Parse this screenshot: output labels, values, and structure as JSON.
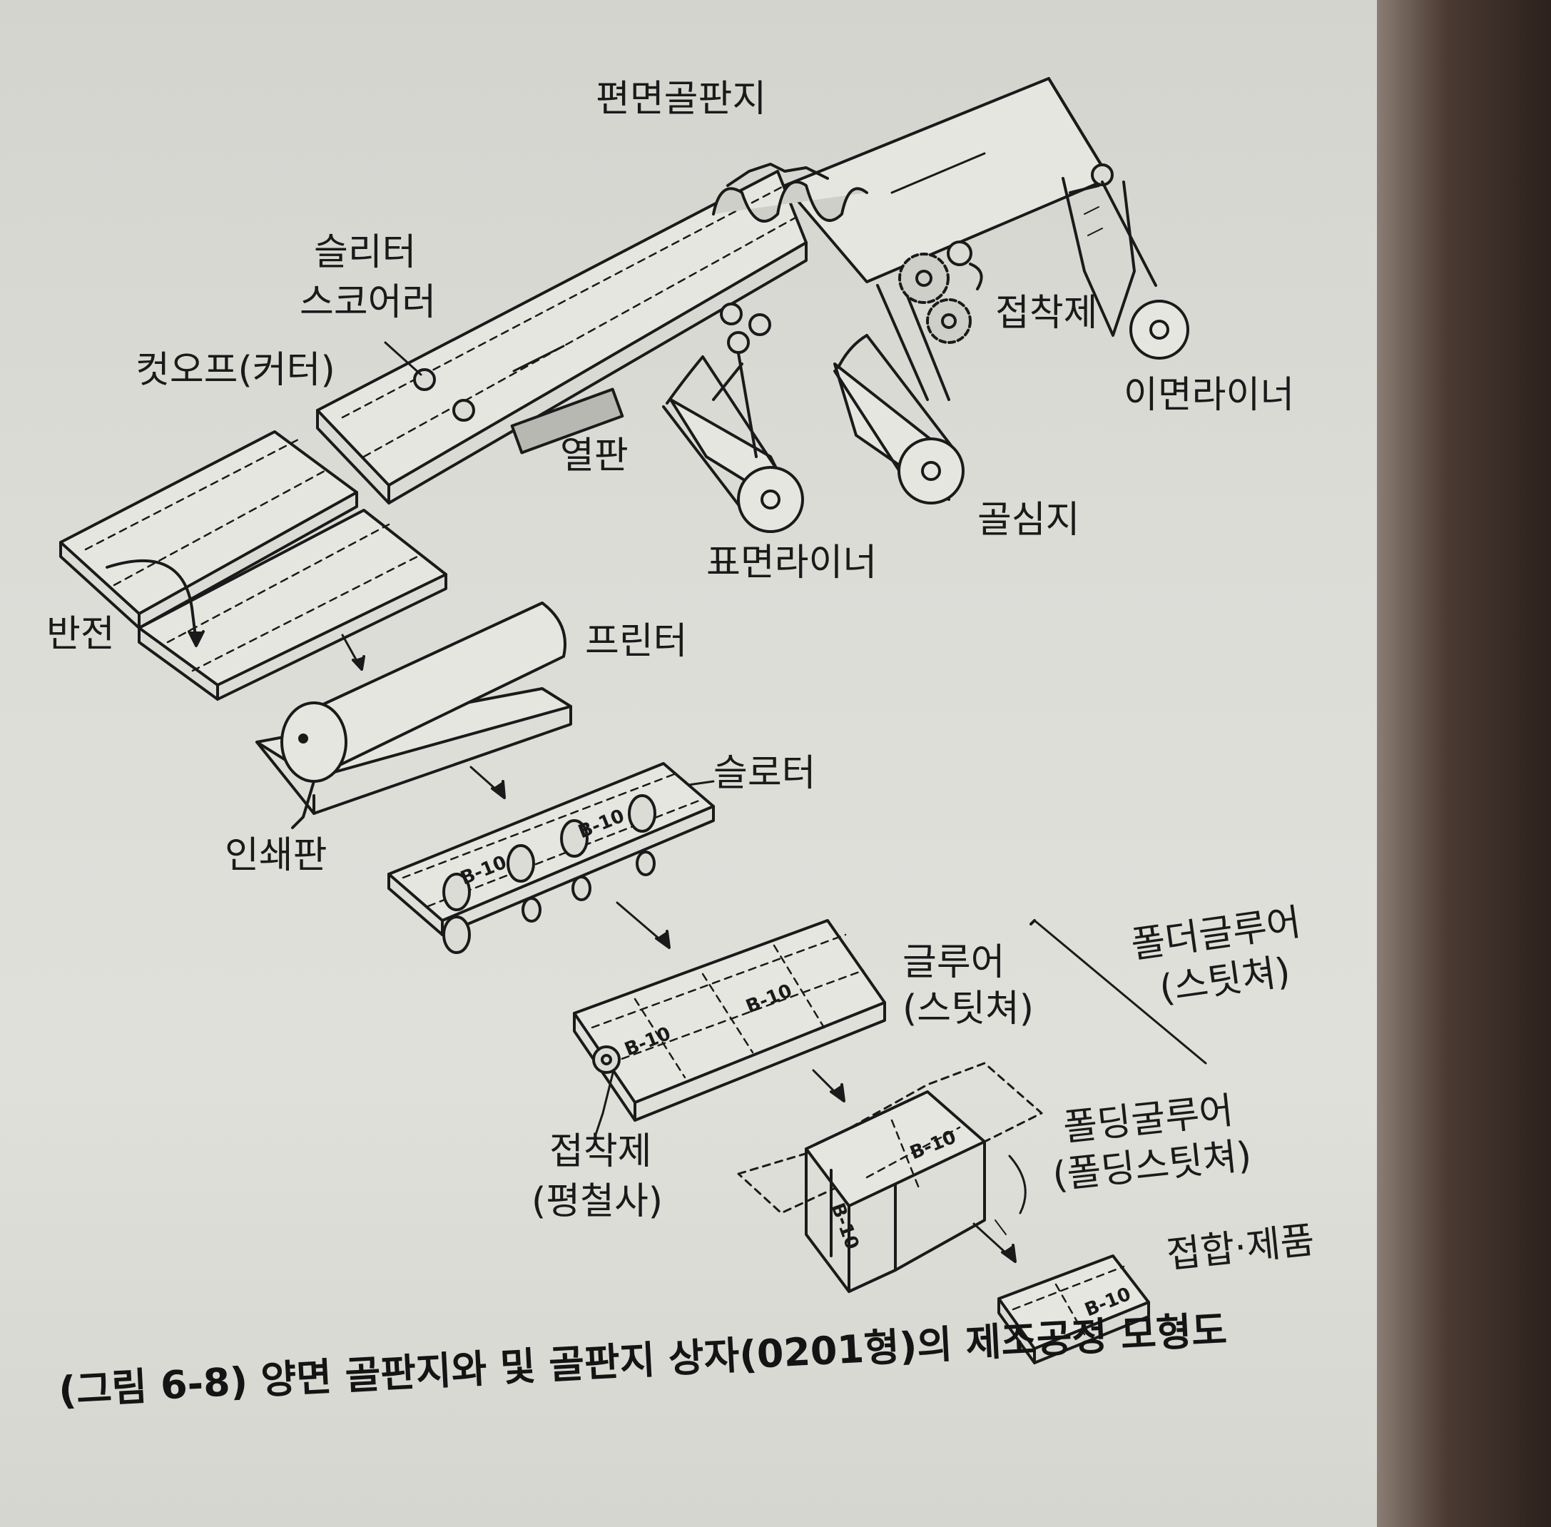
{
  "labels": {
    "single_face_board": "편면골판지",
    "slitter_scorer_1": "슬리터",
    "slitter_scorer_2": "스코어러",
    "cutoff": "컷오프(커터)",
    "adhesive_top": "접착제",
    "back_liner": "이면라이너",
    "heating_plate": "열판",
    "corrugating_medium": "골심지",
    "front_liner": "표면라이너",
    "reversal": "반전",
    "printer": "프린터",
    "printing_plate": "인쇄판",
    "slotter": "슬로터",
    "gluer_1": "글루어",
    "gluer_2": "(스팃쳐)",
    "folder_gluer_1": "폴더글루어",
    "folder_gluer_2": "(스팃쳐)",
    "adhesive_bottom_1": "접착제",
    "adhesive_bottom_2": "(평철사)",
    "folding_gluer_1": "폴딩굴루어",
    "folding_gluer_2": "(폴딩스팃쳐)",
    "final_product": "접합·제품",
    "box_code": "B-10"
  },
  "caption": "(그림 6-8) 양면 골판지와 및 골판지 상자(0201형)의 제조공정 모형도",
  "colors": {
    "ink": "#1a1a1a",
    "paper": "#dcdcd7"
  }
}
